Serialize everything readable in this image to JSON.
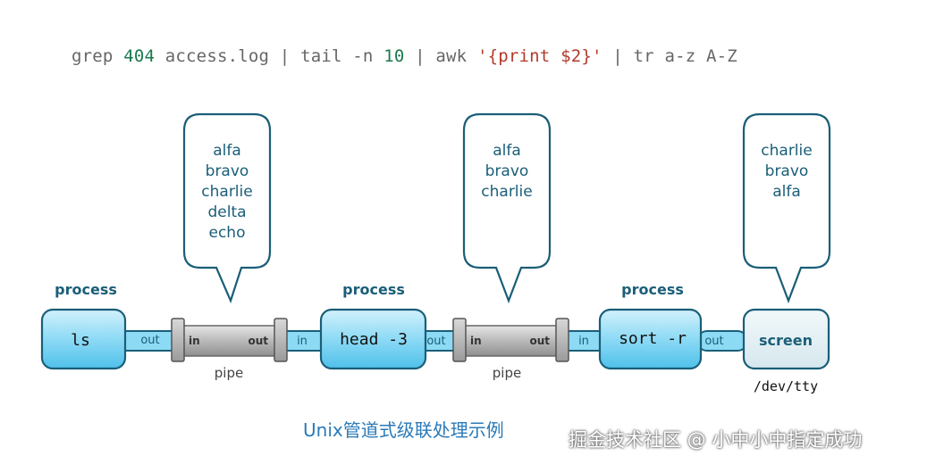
{
  "command": {
    "parts": [
      {
        "text": "grep ",
        "style": "plain"
      },
      {
        "text": "404",
        "style": "num"
      },
      {
        "text": " access.log | tail -n ",
        "style": "plain"
      },
      {
        "text": "10",
        "style": "num"
      },
      {
        "text": " | awk ",
        "style": "plain"
      },
      {
        "text": "'{print $2}'",
        "style": "str"
      },
      {
        "text": " | tr a-z A-Z",
        "style": "plain"
      }
    ]
  },
  "processes": [
    {
      "title": "process",
      "name": "ls",
      "out": "out"
    },
    {
      "title": "process",
      "name": "head -3",
      "in": "in",
      "out": "out"
    },
    {
      "title": "process",
      "name": "sort -r",
      "in": "in",
      "out": "out"
    }
  ],
  "pipes": [
    {
      "in": "in",
      "out": "out",
      "label": "pipe"
    },
    {
      "in": "in",
      "out": "out",
      "label": "pipe"
    }
  ],
  "bubbles": [
    {
      "lines": [
        "alfa",
        "bravo",
        "charlie",
        "delta",
        "echo"
      ]
    },
    {
      "lines": [
        "alfa",
        "bravo",
        "charlie"
      ]
    },
    {
      "lines": [
        "charlie",
        "bravo",
        "alfa"
      ]
    }
  ],
  "screen": {
    "name": "screen",
    "device": "/dev/tty"
  },
  "caption": "Unix管道式级联处理示例",
  "watermark": "掘金技术社区 @ 小中小中指定成功",
  "colors": {
    "process_fill_top": "#c9eefb",
    "process_fill_bottom": "#5ec7ee",
    "stroke": "#1a5e78",
    "pipe_gray": "#b0b0b0"
  }
}
